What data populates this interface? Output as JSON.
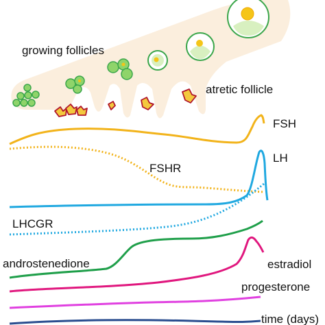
{
  "labels": {
    "growing_follicles": "growing follicles",
    "atretic_follicle": "atretic follicle",
    "fsh": "FSH",
    "fshr": "FSHR",
    "lh": "LH",
    "lhcgr": "LHCGR",
    "androstenedione": "androstenedione",
    "estradiol": "estradiol",
    "progesterone": "progesterone",
    "time_days": "time (days)"
  },
  "colors": {
    "ovary_background": "#fbeedd",
    "follicle_cell": "#8fd46a",
    "follicle_stroke": "#3aa64a",
    "oocyte": "#f5c518",
    "atretic_fill": "#f3c93e",
    "atretic_stroke": "#b0142a",
    "fsh": "#f2b31a",
    "fshr": "#f2b31a",
    "lh": "#1fa8e0",
    "lhcgr": "#1fa8e0",
    "androstenedione": "#1f9f4a",
    "estradiol": "#e0177e",
    "progesterone": "#e040e0",
    "time_axis": "#2a4d8f"
  }
}
